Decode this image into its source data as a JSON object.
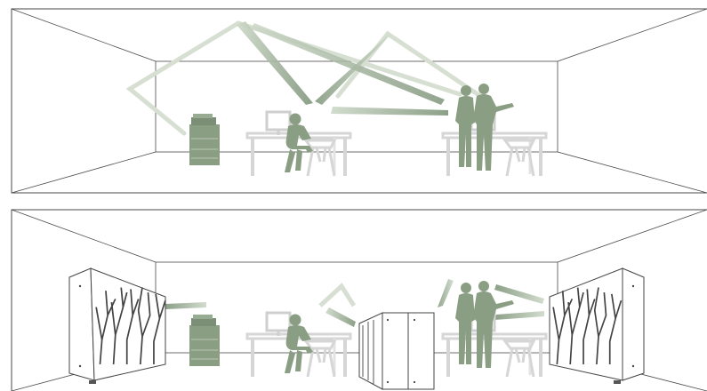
{
  "colors": {
    "background": "#ffffff",
    "room_line": "#4a4a4a",
    "figure_green": "#8a9e84",
    "soundwave_pale": "#d6dfd2",
    "soundwave_dark": "#8a9e84",
    "furniture_pale": "#d8d8d8",
    "panel_stroke": "#444444",
    "panel_fill": "#ffffff"
  },
  "panels": [
    {
      "name": "top-room",
      "description_items": [
        "copier",
        "seated-worker-at-desk",
        "two-standing-colleagues-at-desk"
      ],
      "sound_reflections": true,
      "acoustic_screens": false
    },
    {
      "name": "bottom-room",
      "description_items": [
        "copier",
        "seated-worker-at-desk",
        "two-standing-colleagues-at-desk"
      ],
      "sound_reflections": false,
      "acoustic_screens": true
    }
  ],
  "icons": [
    "copier-icon",
    "person-seated-icon",
    "person-standing-icon",
    "desk-icon",
    "chair-icon",
    "monitor-icon",
    "acoustic-screen-icon"
  ]
}
